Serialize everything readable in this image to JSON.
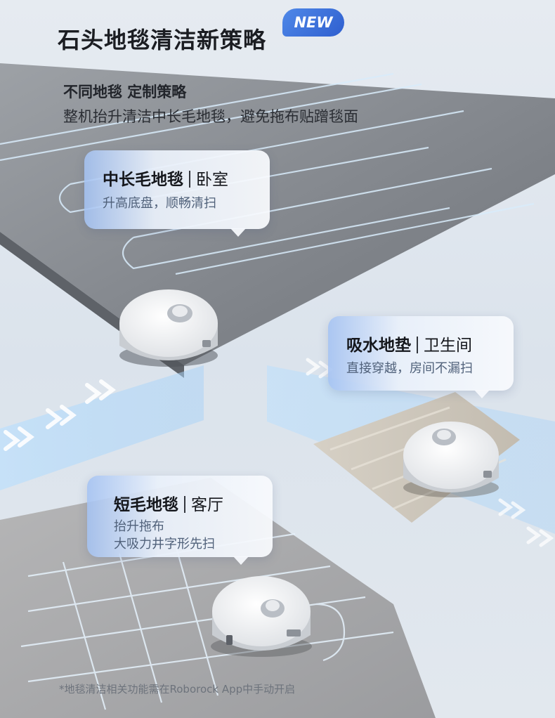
{
  "header": {
    "title": "石头地毯清洁新策略",
    "badge": "NEW",
    "subtitle": "不同地毯 定制策略",
    "description": "整机抬升清洁中长毛地毯，避免拖布贴蹭毯面"
  },
  "cards": [
    {
      "name": "中长毛地毯",
      "room": "卧室",
      "lines": [
        "升高底盘，顺畅清扫"
      ]
    },
    {
      "name": "吸水地垫",
      "room": "卫生间",
      "lines": [
        "直接穿越，房间不漏扫"
      ]
    },
    {
      "name": "短毛地毯",
      "room": "客厅",
      "lines": [
        "抬升拖布",
        "大吸力井字形先扫"
      ]
    }
  ],
  "footnote": "*地毯清洁相关功能需在Roborock App中手动开启",
  "colors": {
    "accent": "#3b6fd8",
    "path_light": "#cfe6fb",
    "carpet_long": "#8a8e94",
    "carpet_short": "#a7a8ab",
    "mat": "#cfc8bd"
  }
}
